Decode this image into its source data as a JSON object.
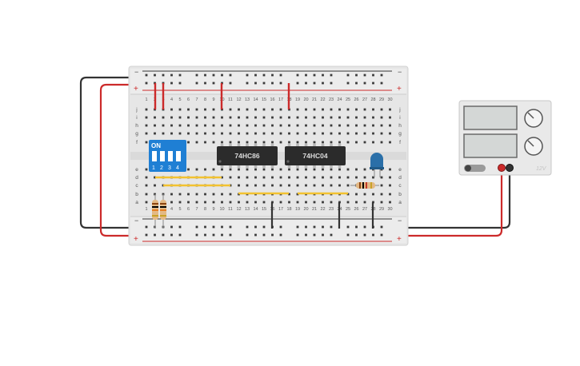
{
  "breadboard": {
    "rows_top": [
      "j",
      "i",
      "h",
      "g",
      "f"
    ],
    "rows_bottom": [
      "e",
      "d",
      "c",
      "b",
      "a"
    ],
    "rail_plus": "+",
    "rail_minus": "−",
    "columns": 30
  },
  "dip_switch": {
    "label": "ON",
    "numbers": [
      "1",
      "2",
      "3",
      "4"
    ]
  },
  "chips": [
    {
      "label": "74HC86"
    },
    {
      "label": "74HC04"
    }
  ],
  "power_supply": {
    "brand": "12V"
  },
  "colors": {
    "wire_red": "#cc2a2a",
    "wire_black": "#333333",
    "wire_yellow": "#f2c230",
    "chip": "#2b2b2b",
    "dip_switch": "#1f7fd4",
    "led": "#2a6fa8",
    "breadboard": "#e6e6e6"
  }
}
